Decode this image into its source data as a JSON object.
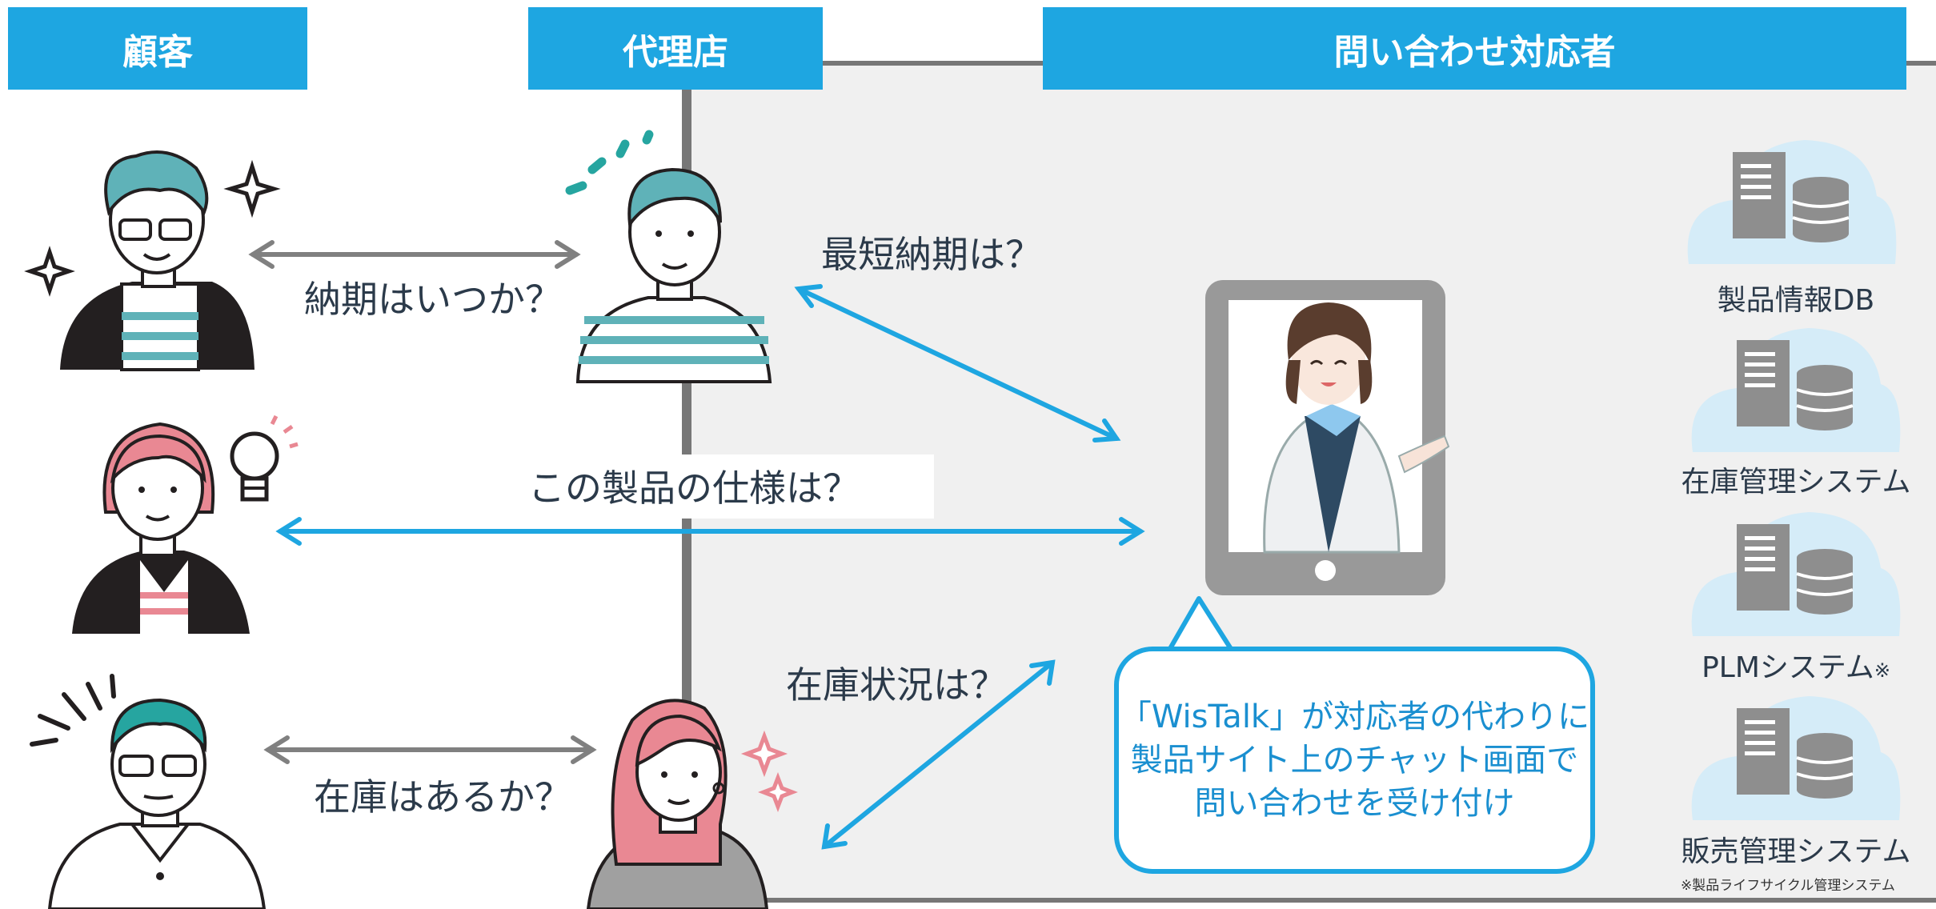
{
  "headers": {
    "customer": "顧客",
    "agency": "代理店",
    "responder": "問い合わせ対応者"
  },
  "questions": {
    "delivery_customer": "納期はいつか？",
    "shortest_delivery": "最短納期は？",
    "spec": "この製品の仕様は？",
    "stock_status": "在庫状況は？",
    "stock_customer": "在庫はあるか？"
  },
  "bubble": {
    "line1": "「WisTalk」が対応者の代わりに",
    "line2": "製品サイト上のチャット画面で",
    "line3": "問い合わせを受け付け"
  },
  "systems": [
    {
      "label": "製品情報DB"
    },
    {
      "label": "在庫管理システム"
    },
    {
      "label": "PLMシステム",
      "mark": "※"
    },
    {
      "label": "販売管理システム"
    }
  ],
  "footnote": "※製品ライフサイクル管理システム",
  "colors": {
    "accent": "#1ea6e1",
    "gray_arrow": "#808080",
    "panel": "#f0f0f0",
    "teal_hair": "#5fb2b8",
    "pink_hair": "#e98893"
  }
}
